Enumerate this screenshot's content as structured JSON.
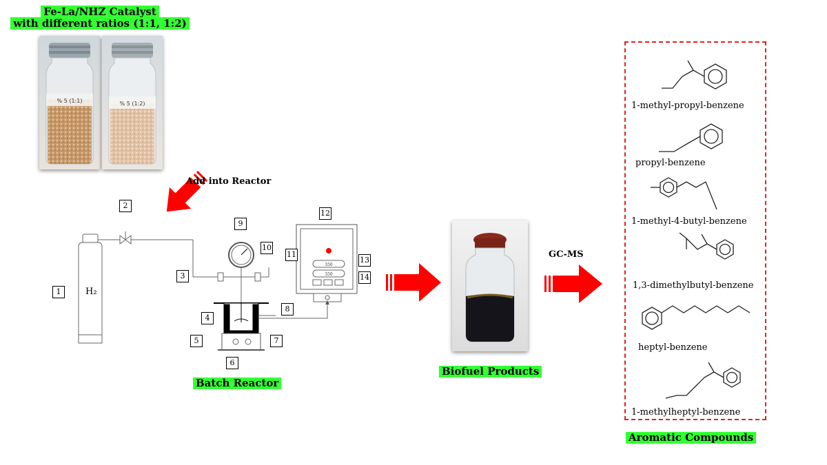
{
  "catalyst": {
    "title_line1": "Fe-La/NHZ Catalyst",
    "title_line2": "with different ratios (1:1, 1:2)"
  },
  "arrows": {
    "add_into_reactor": "Add into Reactor",
    "gc_ms": "GC-MS"
  },
  "reactor": {
    "label": "Batch Reactor",
    "h2_label": "H₂",
    "display_value_1": "350",
    "display_value_2": "350",
    "numbers": [
      "1",
      "2",
      "3",
      "4",
      "5",
      "6",
      "7",
      "8",
      "9",
      "10",
      "11",
      "12",
      "13",
      "14"
    ]
  },
  "products": {
    "label": "Biofuel Products"
  },
  "aromatics": {
    "label": "Aromatic Compounds",
    "compounds": [
      "1-methyl-propyl-benzene",
      "propyl-benzene",
      "1-methyl-4-butyl-benzene",
      "1,3-dimethylbutyl-benzene",
      "heptyl-benzene",
      "1-methylheptyl-benzene"
    ]
  },
  "colors": {
    "label_bg": "#33ff33",
    "arrow_red": "#ff0000",
    "dash_border": "#e02020",
    "indicator_red": "#ff0000"
  }
}
